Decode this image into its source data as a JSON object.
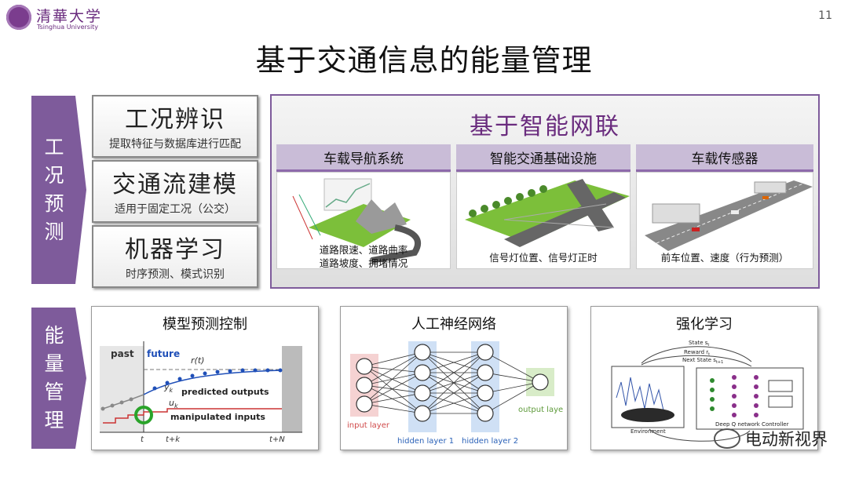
{
  "header": {
    "logo_cn": "清華大学",
    "logo_en": "Tsinghua University",
    "page_number": "11",
    "title": "基于交通信息的能量管理"
  },
  "condition_prediction": {
    "label": [
      "工",
      "况",
      "预",
      "测"
    ],
    "methods": [
      {
        "name": "工况辨识",
        "desc": "提取特征与数据库进行匹配"
      },
      {
        "name": "交通流建模",
        "desc": "适用于固定工况（公交）"
      },
      {
        "name": "机器学习",
        "desc": "时序预测、模式识别"
      }
    ]
  },
  "intelligent_connectivity": {
    "title": "基于智能网联",
    "sources": [
      {
        "name": "车载导航系统",
        "caption": [
          "道路限速、道路曲率",
          "道路坡度、拥堵情况"
        ]
      },
      {
        "name": "智能交通基础设施",
        "caption": [
          "信号灯位置、信号灯正时"
        ]
      },
      {
        "name": "车载传感器",
        "caption": [
          "前车位置、速度（行为预测）"
        ]
      }
    ]
  },
  "energy_management": {
    "label": [
      "能",
      "量",
      "管",
      "理"
    ],
    "mpc": {
      "title": "模型预测控制",
      "past": "past",
      "future": "future",
      "r_label": "r(t)",
      "y_label": "y",
      "y_sub": "k",
      "u_label": "u",
      "u_sub": "k",
      "predicted": "predicted outputs",
      "manipulated": "manipulated inputs",
      "t": "t",
      "tk": "t+k",
      "tN": "t+N"
    },
    "ann": {
      "title": "人工神经网络",
      "input_layer": "input layer",
      "hidden1": "hidden layer 1",
      "hidden2": "hidden layer 2",
      "output_layer": "output layer"
    },
    "rl": {
      "title": "强化学习",
      "state": "State s",
      "state_sub": "t",
      "reward": "Reward r",
      "reward_sub": "t",
      "next_state": "Next State s",
      "next_state_sub": "t+1",
      "environment": "Environment",
      "controller": "Deep Q network Controller"
    }
  },
  "watermark": "电动新视界",
  "colors": {
    "accent": "#7e5b9b",
    "title_purple": "#6a2c7e",
    "subhead": "#c9bcd7"
  }
}
